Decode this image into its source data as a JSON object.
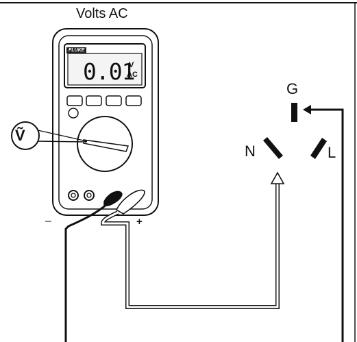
{
  "title": "Volts AC",
  "meter": {
    "brand": "FLUKE",
    "reading": "0.01",
    "unit_top": "V",
    "unit_bottom": "AC",
    "function_symbol": "Ṽ"
  },
  "probes": {
    "negative": "–",
    "positive": "+"
  },
  "outlet": {
    "ground": "G",
    "neutral": "N",
    "line": "L"
  },
  "colors": {
    "ink": "#111111",
    "background": "#ffffff",
    "display": "#f4f4f4"
  }
}
